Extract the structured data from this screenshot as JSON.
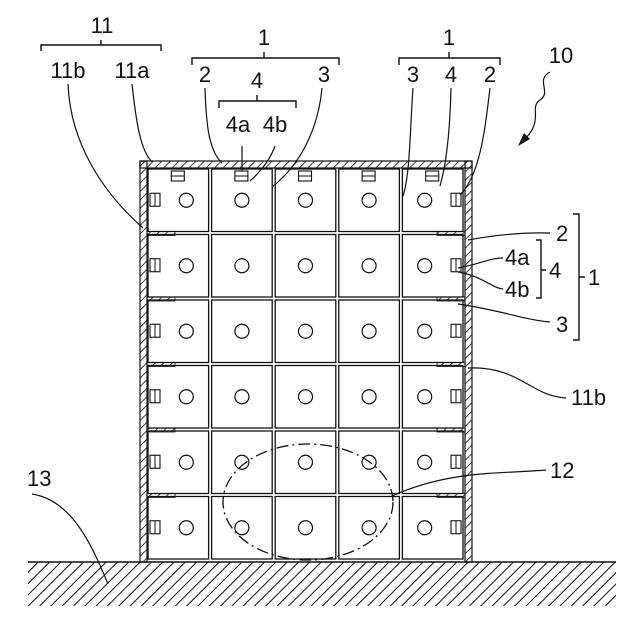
{
  "figure": {
    "labels": {
      "assembly": "10",
      "housing": "11",
      "housing_wall_b": "11b",
      "housing_wall_a": "11a",
      "module": "1",
      "part_2": "2",
      "part_3": "3",
      "part_4": "4",
      "part_4a": "4a",
      "part_4b": "4b",
      "region": "12",
      "ground": "13"
    },
    "grid": {
      "rows": 6,
      "columns": 5
    },
    "colors": {
      "ink": "#111111",
      "background": "#ffffff"
    }
  }
}
